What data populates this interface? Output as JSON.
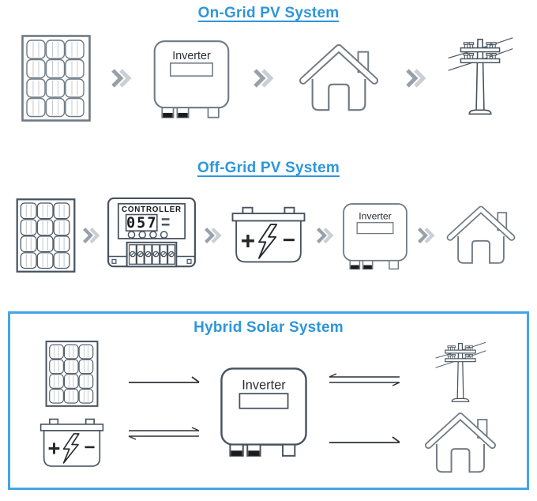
{
  "sections": {
    "on_grid": {
      "title": "On-Grid PV System",
      "inverter_label": "Inverter"
    },
    "off_grid": {
      "title": "Off-Grid PV System",
      "controller_label": "CONTROLLER",
      "controller_display_value": "057",
      "inverter_label": "Inverter"
    },
    "hybrid": {
      "title": "Hybrid Solar System",
      "inverter_label": "Inverter"
    }
  },
  "battery": {
    "plus_sign": "+",
    "minus_sign": "−"
  },
  "icons": {
    "solar_panel": "pv-panel-grid",
    "inverter": "inverter-box",
    "house": "home-outline",
    "utility_pole": "power-line-pole",
    "controller": "charge-controller",
    "battery": "battery-with-bolt",
    "flow_arrow": "double-chevron-right",
    "single_arrow": "arrow-right",
    "bidirectional_arrow": "double-harpoon"
  },
  "colors": {
    "title_blue": "#2D96DB",
    "box_border_blue": "#44A5E6",
    "outline_gray": "#6F7A84",
    "outline_dark": "#46525E",
    "chev1": "#98A1AA",
    "chev2": "#C9CFD5",
    "arrow_dark": "#2C3136",
    "label_dark": "#2B2E31",
    "sign_dark": "#26292C",
    "connector_black": "#1B1B1B"
  }
}
